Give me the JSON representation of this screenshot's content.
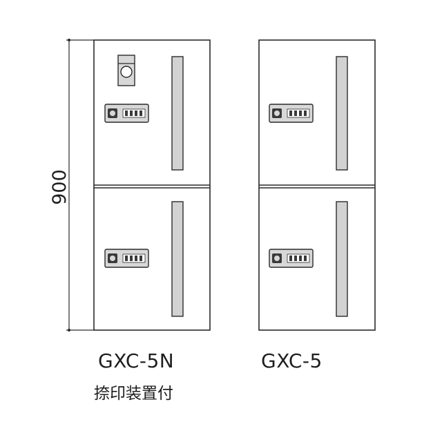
{
  "dimension": {
    "height_label": "900"
  },
  "units": [
    {
      "model": "GXC-5N",
      "subtitle": "捺印装置付",
      "has_stamp_device": true
    },
    {
      "model": "GXC-5",
      "subtitle": "",
      "has_stamp_device": false
    }
  ],
  "colors": {
    "outline": "#2a2a2a",
    "slot_fill": "#d2d2d2",
    "lock_fill": "#d8d8d8",
    "lock_dark": "#3a3a3a"
  },
  "icons": {
    "lock": "dial-lock-icon",
    "stamp": "stamp-device-icon"
  }
}
